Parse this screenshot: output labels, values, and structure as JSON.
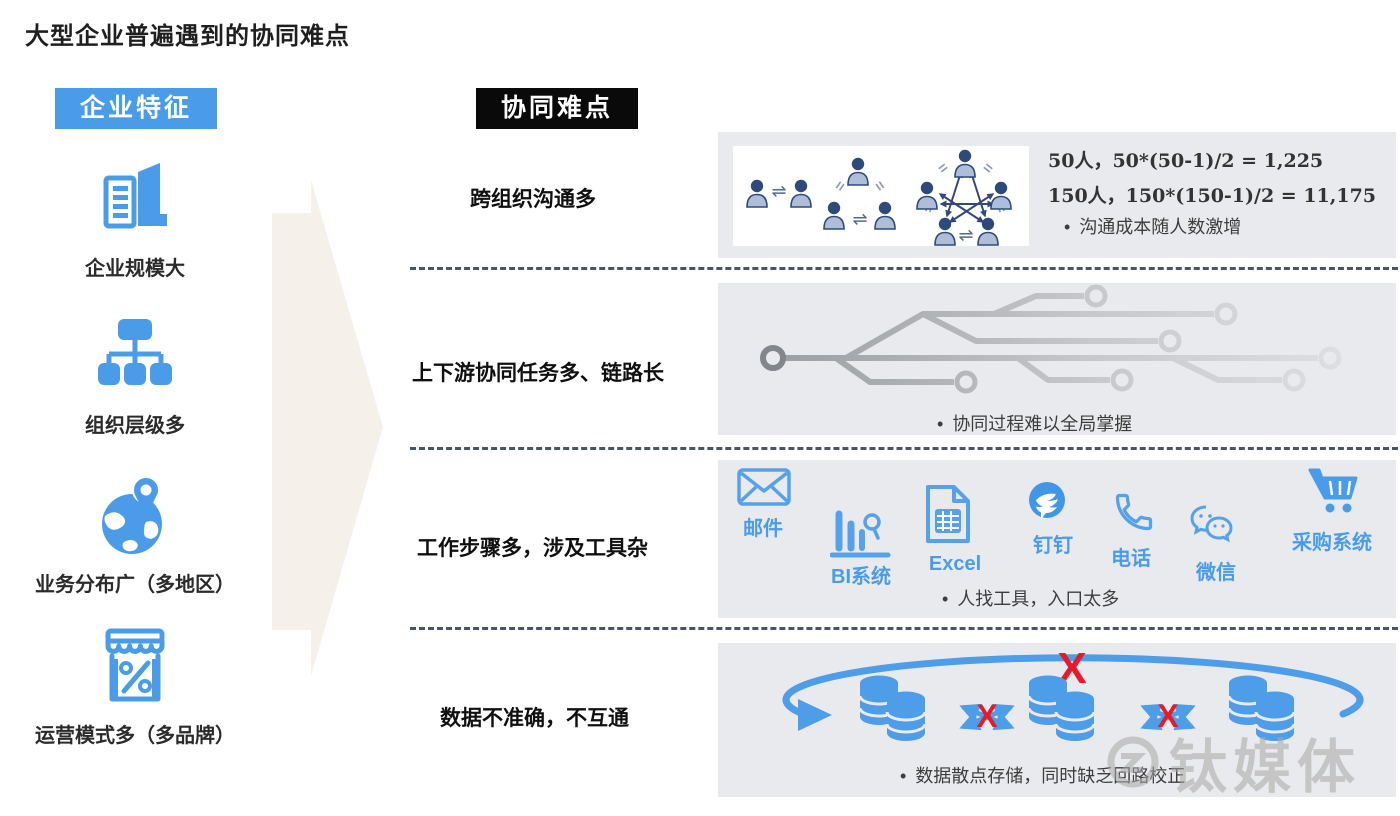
{
  "title": "大型企业普遍遇到的协同难点",
  "left_panel": {
    "header": "企业特征",
    "items": [
      {
        "icon": "building-icon",
        "label": "企业规模大"
      },
      {
        "icon": "org-chart-icon",
        "label": "组织层级多"
      },
      {
        "icon": "globe-pin-icon",
        "label": "业务分布广（多地区）"
      },
      {
        "icon": "storefront-icon",
        "label": "运营模式多（多品牌）"
      }
    ]
  },
  "right_panel": {
    "header": "协同难点",
    "rows": [
      {
        "label": "跨组织沟通多",
        "formulas": [
          "50人，50*(50-1)/2 = 1,225",
          "150人，150*(150-1)/2 = 11,175"
        ],
        "bullet": "沟通成本随人数激增"
      },
      {
        "label": "上下游协同任务多、链路长",
        "bullet": "协同过程难以全局掌握"
      },
      {
        "label": "工作步骤多，涉及工具杂",
        "tools": [
          {
            "icon": "mail-icon",
            "label": "邮件"
          },
          {
            "icon": "bi-chart-icon",
            "label": "BI系统"
          },
          {
            "icon": "excel-icon",
            "label": "Excel"
          },
          {
            "icon": "dingtalk-icon",
            "label": "钉钉"
          },
          {
            "icon": "phone-icon",
            "label": "电话"
          },
          {
            "icon": "wechat-icon",
            "label": "微信"
          },
          {
            "icon": "cart-icon",
            "label": "采购系统"
          }
        ],
        "bullet": "人找工具，入口太多"
      },
      {
        "label": "数据不准确，不互通",
        "bullet": "数据散点存储，同时缺乏回路校正"
      }
    ]
  },
  "watermark": {
    "text": "钛媒体"
  },
  "colors": {
    "accent_blue": "#4B9CE8",
    "badge_black": "#0a0a0a",
    "panel_gray": "#E9EAED",
    "arrow_beige": "#F5F1EA",
    "dashed_line": "#4A5466",
    "red_x": "#E51A2B",
    "person_navy": "#2E4A7B"
  }
}
